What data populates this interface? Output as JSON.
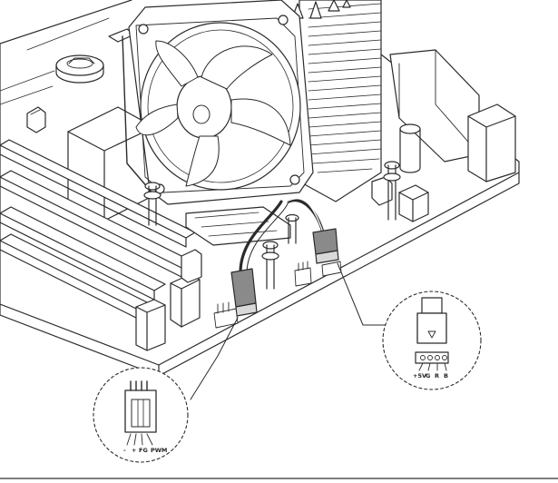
{
  "fan_header_4pin": {
    "pins": [
      "-",
      "+",
      "FG",
      "PWM"
    ]
  },
  "rgb_header": {
    "pins": [
      "+5V",
      "G",
      "R",
      "B"
    ]
  },
  "colors": {
    "line": "#2b2b2b",
    "fill": "#ffffff",
    "shade": "#d9d9d9",
    "connector": "#8a8a8a"
  }
}
